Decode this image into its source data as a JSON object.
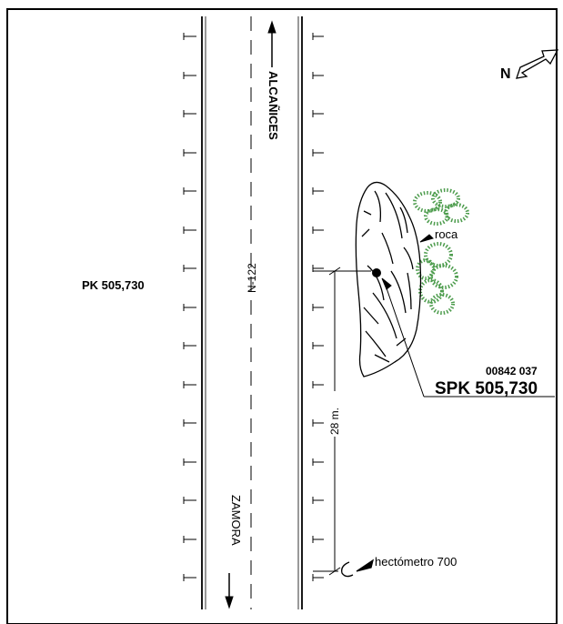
{
  "map": {
    "road_code": "N-122",
    "direction_north_dest": "ALCAÑICES",
    "direction_south_dest": "ZAMORA",
    "pk_left": "PK 505,730",
    "north_letter": "N",
    "rock_label": "roca",
    "point_id": "00842 037",
    "spk_label": "SPK 505,730",
    "distance": "28 m.",
    "hectometre_label": "hectómetro 700",
    "colors": {
      "vegetation": "#2e8b2e",
      "ink": "#000000"
    },
    "icons": [
      "north-arrow-icon",
      "rock-pointer-icon",
      "hectometre-marker-icon",
      "survey-point-icon"
    ]
  }
}
